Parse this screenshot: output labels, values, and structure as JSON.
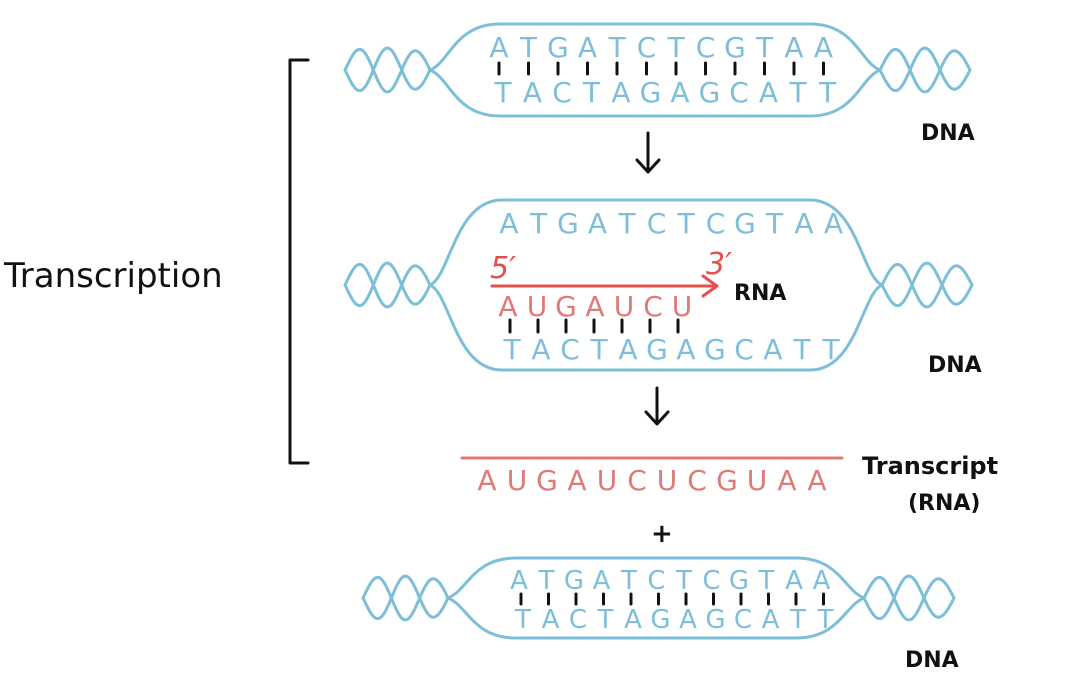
{
  "colors": {
    "dna": "#7dbfd8",
    "rna": "#e07a78",
    "ink": "#111111",
    "rna_arrow": "#e0514f"
  },
  "bracket_label": "Transcription",
  "panel1": {
    "top_strand": [
      "A",
      "T",
      "G",
      "A",
      "T",
      "C",
      "T",
      "C",
      "G",
      "T",
      "A",
      "A"
    ],
    "bottom_strand": [
      "T",
      "A",
      "C",
      "T",
      "A",
      "G",
      "A",
      "G",
      "C",
      "A",
      "T",
      "T"
    ],
    "label": "DNA"
  },
  "panel2": {
    "top_strand": [
      "A",
      "T",
      "G",
      "A",
      "T",
      "C",
      "T",
      "C",
      "G",
      "T",
      "A",
      "A"
    ],
    "rna_strand": [
      "A",
      "U",
      "G",
      "A",
      "U",
      "C",
      "U"
    ],
    "bottom_strand": [
      "T",
      "A",
      "C",
      "T",
      "A",
      "G",
      "A",
      "G",
      "C",
      "A",
      "T",
      "T"
    ],
    "five_prime": "5′",
    "three_prime": "3′",
    "rna_label": "RNA",
    "label": "DNA"
  },
  "transcript": {
    "sequence": [
      "A",
      "U",
      "G",
      "A",
      "U",
      "C",
      "U",
      "C",
      "G",
      "U",
      "A",
      "A"
    ],
    "label_line1": "Transcript",
    "label_line2": "(RNA)"
  },
  "plus": "+",
  "panel3": {
    "top_strand": [
      "A",
      "T",
      "G",
      "A",
      "T",
      "C",
      "T",
      "C",
      "G",
      "T",
      "A",
      "A"
    ],
    "bottom_strand": [
      "T",
      "A",
      "C",
      "T",
      "A",
      "G",
      "A",
      "G",
      "C",
      "A",
      "T",
      "T"
    ],
    "label": "DNA"
  }
}
